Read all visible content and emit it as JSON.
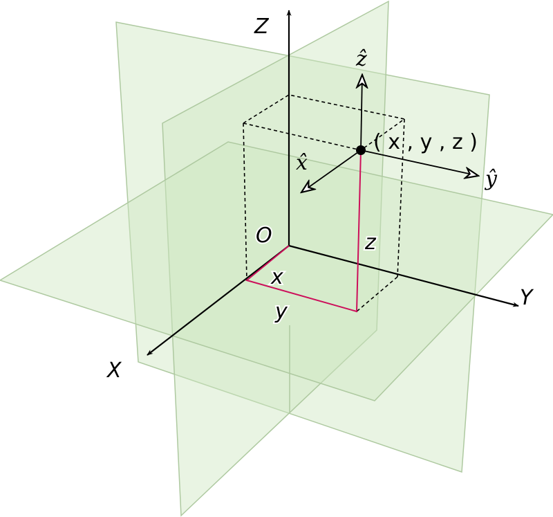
{
  "labels": {
    "axis_x": "X",
    "axis_y": "Y",
    "axis_z": "Z",
    "origin": "O",
    "coord_x": "x",
    "coord_y": "y",
    "coord_z": "z",
    "point": "( x , y , z )",
    "unit_x": "x̂",
    "unit_y": "ŷ",
    "unit_z": "ẑ"
  },
  "colors": {
    "plane": "#cfe6c2",
    "plane_edge": "#aec9a0",
    "coordinate_path": "#cc0f5a",
    "axis": "#000000"
  }
}
